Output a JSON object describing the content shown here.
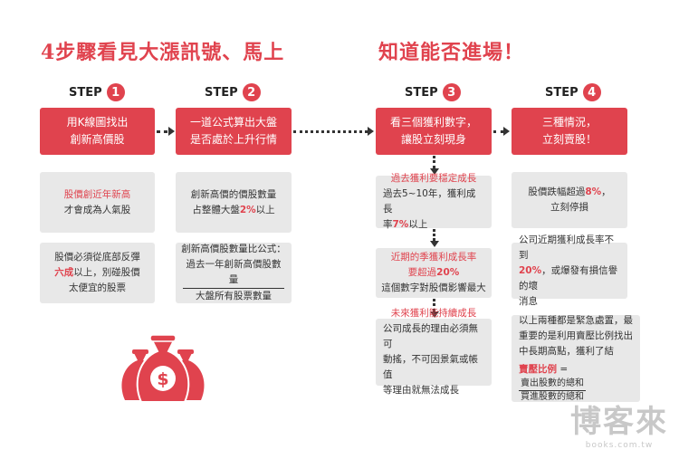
{
  "title_left": "4步驟看見大漲訊號、馬上",
  "title_right": "知道能否進場！",
  "steps": [
    {
      "label": "STEP",
      "num": "1",
      "box": [
        "用K線圖找出",
        "創新高價股"
      ]
    },
    {
      "label": "STEP",
      "num": "2",
      "box": [
        "一道公式算出大盤",
        "是否處於上升行情"
      ]
    },
    {
      "label": "STEP",
      "num": "3",
      "box": [
        "看三個獲利數字，",
        "讓股立刻現身"
      ]
    },
    {
      "label": "STEP",
      "num": "4",
      "box": [
        "三種情況，",
        "立刻賣股！"
      ]
    }
  ],
  "col1": {
    "card1": {
      "hl": "股價創近年新高",
      "text": "才會成為人氣股"
    },
    "card2": {
      "t1": "股價必須從底部反彈",
      "hl": "六成",
      "t2": "以上，別碰股價",
      "t3": "太便宜的股票"
    }
  },
  "col2": {
    "card1": {
      "t1": "創新高價的價股數量",
      "t2": "占整體大盤",
      "hl": "2%",
      "t3": "以上"
    },
    "card2": {
      "t1": "創新高價股數量比公式：",
      "numerator": "過去一年創新高價股數量",
      "denominator": "大盤所有股票數量"
    }
  },
  "col3": {
    "card1": {
      "hl": "過去獲利要穩定成長",
      "t1": "過去5~10年，獲利成長",
      "t2": "率",
      "hl2": "7%",
      "t3": "以上"
    },
    "card2": {
      "hl": "近期的季獲利成長率",
      "hl_a": "要超過",
      "hl2": "20%",
      "t1": "這個數字對股價影響最大"
    },
    "card3": {
      "hl": "未來獲利能持續成長",
      "t1": "公司成長的理由必須無可",
      "t2": "動搖，不可因景氣或帳值",
      "t3": "等理由就無法成長"
    }
  },
  "col4": {
    "card1": {
      "t1": "股價跌幅超過",
      "hl": "8%",
      "t2": "，",
      "t3": "立刻停損"
    },
    "card2": {
      "t1": "公司近期獲利成長率不到",
      "hl": "20%",
      "t2": "，或爆發有損信譽的壞",
      "t3": "消息"
    },
    "card3": {
      "t1": "以上兩種都是緊急處置，最",
      "t2": "重要的是利用賣壓比例找出",
      "t3": "中長期高點，獲利了結",
      "formula_label": "賣壓比例",
      "eq": "=",
      "numerator": "賣出股數的總和",
      "denominator": "買進股數的總和"
    }
  },
  "watermark": {
    "text": "博客來",
    "url": "books.com.tw"
  },
  "colors": {
    "accent": "#e0434e",
    "card": "#e8e8e8"
  },
  "icons": [
    "money-bag-icon",
    "dollar-sign-icon"
  ]
}
